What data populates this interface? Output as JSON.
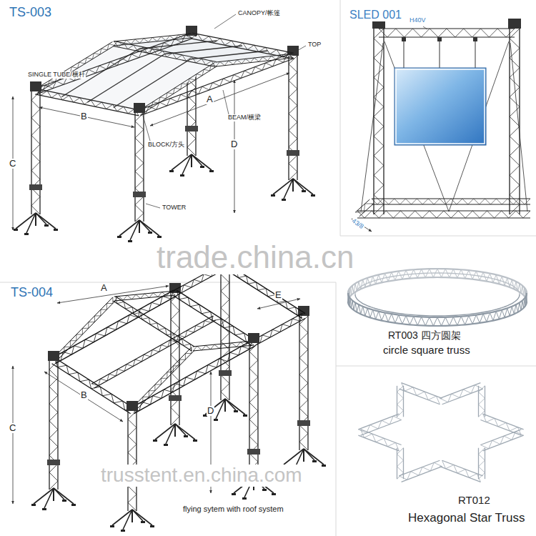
{
  "diagram": {
    "labels": [
      "TS-003",
      "CANOPY/帐篷",
      "TOP",
      "SINGLE TUBE/横杆",
      "A",
      "BEAM/横梁",
      "B",
      "D",
      "BLOCK/方头",
      "C",
      "TOWER",
      "SLED 001",
      "H40V",
      "43/8",
      "trade.china.cn",
      "RT003 四方圆架",
      "circle square truss",
      "TS-004",
      "A",
      "E",
      "B",
      "C",
      "D",
      "trusstent.en.china.com",
      "flying sytem with roof system",
      "RT012",
      "Hexagonal Star Truss"
    ]
  }
}
